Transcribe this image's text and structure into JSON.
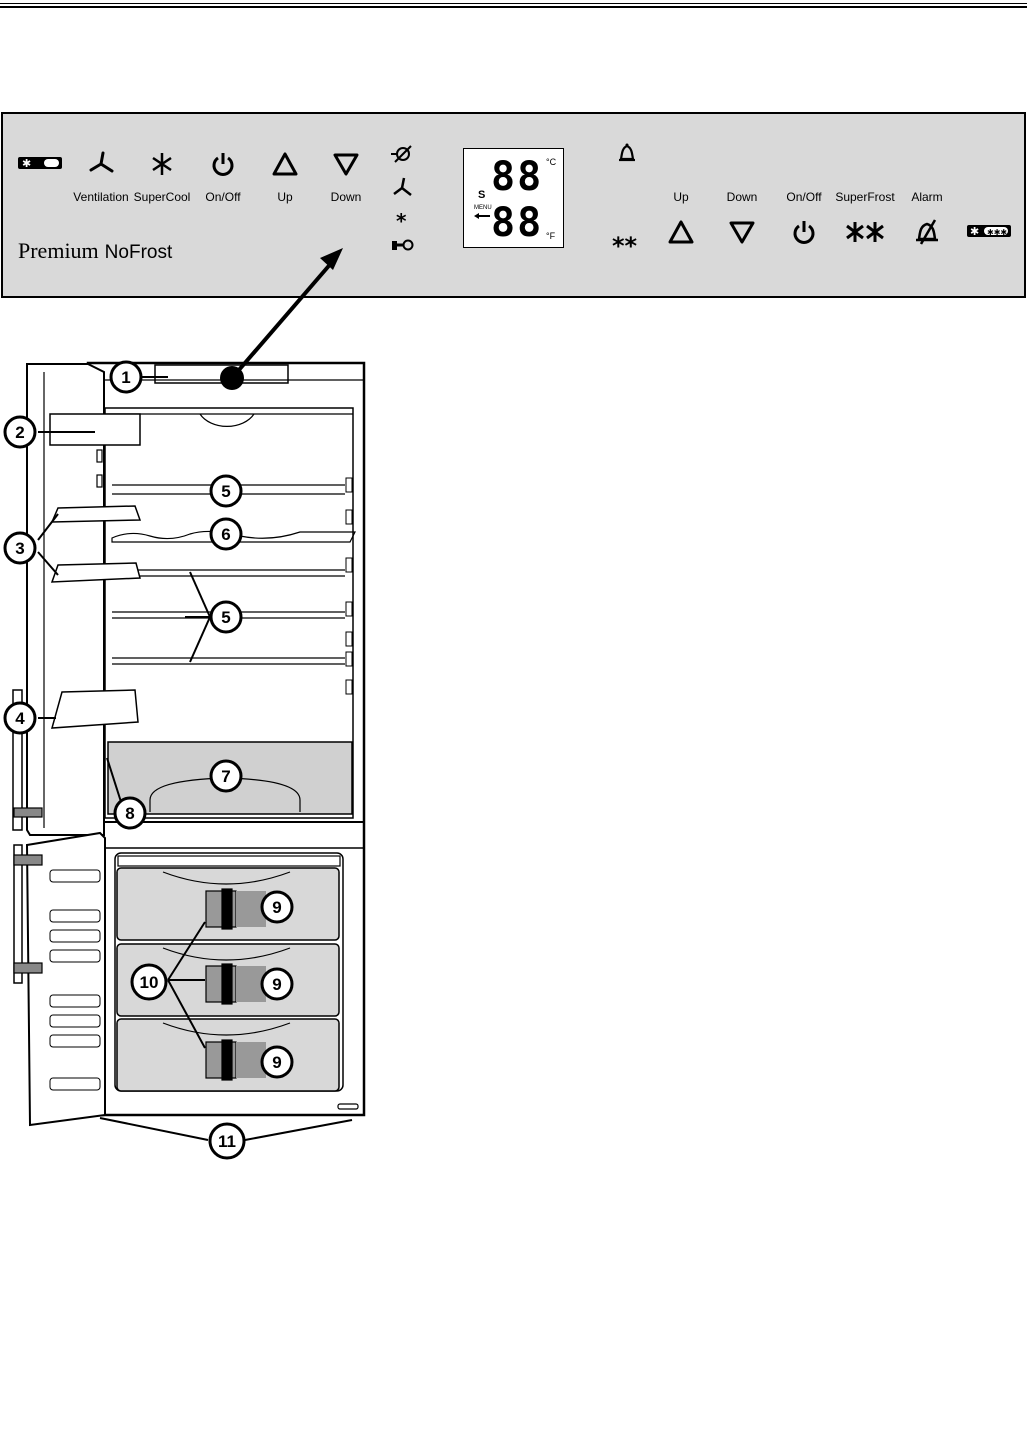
{
  "panel": {
    "left_controls": [
      {
        "id": "ventilation",
        "label": "Ventilation",
        "icon": "fan-icon"
      },
      {
        "id": "supercool",
        "label": "SuperCool",
        "icon": "snowflake-icon"
      },
      {
        "id": "onoff_left",
        "label": "On/Off",
        "icon": "power-icon"
      },
      {
        "id": "up_left",
        "label": "Up",
        "icon": "triangle-up-icon"
      },
      {
        "id": "down_left",
        "label": "Down",
        "icon": "triangle-down-icon"
      }
    ],
    "brand": {
      "line1": "Premium",
      "line2": "NoFrost"
    },
    "display": {
      "top_digits": "88",
      "bottom_digits": "88",
      "unit_c": "°C",
      "unit_f": "°F",
      "s_label": "S",
      "menu_label": "MENU"
    },
    "right_controls": [
      {
        "id": "up_right",
        "label": "Up",
        "icon": "triangle-up-icon"
      },
      {
        "id": "down_right",
        "label": "Down",
        "icon": "triangle-down-icon"
      },
      {
        "id": "onoff_right",
        "label": "On/Off",
        "icon": "power-icon"
      },
      {
        "id": "superfrost",
        "label": "SuperFrost",
        "icon": "double-star-icon"
      },
      {
        "id": "alarm",
        "label": "Alarm",
        "icon": "bell-crossed-icon"
      }
    ],
    "double_star_label": "**"
  },
  "callouts": [
    "1",
    "2",
    "3",
    "4",
    "5",
    "6",
    "5",
    "7",
    "8",
    "9",
    "10",
    "9",
    "9",
    "11"
  ]
}
